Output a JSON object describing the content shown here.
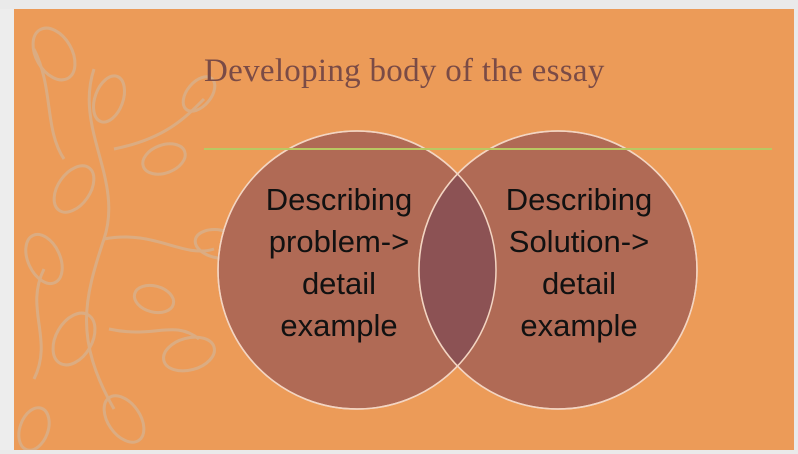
{
  "slide": {
    "title": "Developing body of the essay",
    "background_color": "#ec9b58",
    "accent_rule_color": "#b9c862",
    "circle_fill": "#b06a55",
    "overlap_fill": "#8c5254",
    "decoration": "vine-leaves-pattern"
  },
  "venn": {
    "left_label": "Describing\nproblem->\ndetail\nexample",
    "right_label": "Describing\nSolution->\ndetail\nexample"
  }
}
